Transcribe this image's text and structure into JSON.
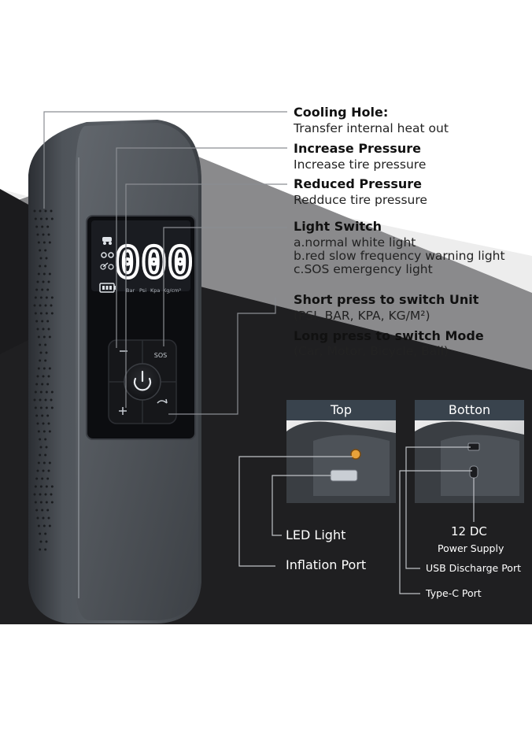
{
  "callouts": {
    "cooling": {
      "title": "Cooling Hole:",
      "desc": "Transfer internal heat out"
    },
    "increase": {
      "title": "Increase Pressure",
      "desc": "Increase tire pressure"
    },
    "reduced": {
      "title": "Reduced Pressure",
      "desc": "Redduce tire pressure"
    },
    "light": {
      "title": "Light Switch",
      "lines": [
        "a.normal white light",
        "b.red slow frequency warning light",
        "c.SOS emergency light"
      ]
    },
    "unit": {
      "title": "Short press to switch Unit",
      "desc": "(PSI, BAR, KPA, KG/M²)"
    },
    "mode": {
      "title": "Long press to switch Mode",
      "desc": "(Car, Motor, Bicycle, Ball)"
    }
  },
  "display": {
    "reading": "000",
    "units": [
      "Bar",
      "Psi",
      "Kpa",
      "Kg/cm²"
    ],
    "sos_label": "SOS"
  },
  "thumbnails": {
    "top": {
      "title": "Top",
      "led_label": "LED Light",
      "port_label": "Inflation Port"
    },
    "bottom": {
      "title": "Botton",
      "dc_label": "12 DC",
      "power_label": "Power Supply",
      "usb_label": "USB Discharge Port",
      "typec_label": "Type-C Port"
    }
  },
  "colors": {
    "device_body": "#4a4f55",
    "device_dark": "#2a2d31",
    "screen": "#0c0d10",
    "title_bar": "#39434d",
    "bg_dark": "#1f1f21",
    "bg_mid": "#7e7e80",
    "segment": "#ffffff",
    "gauge_orange": "#e8a23a"
  }
}
